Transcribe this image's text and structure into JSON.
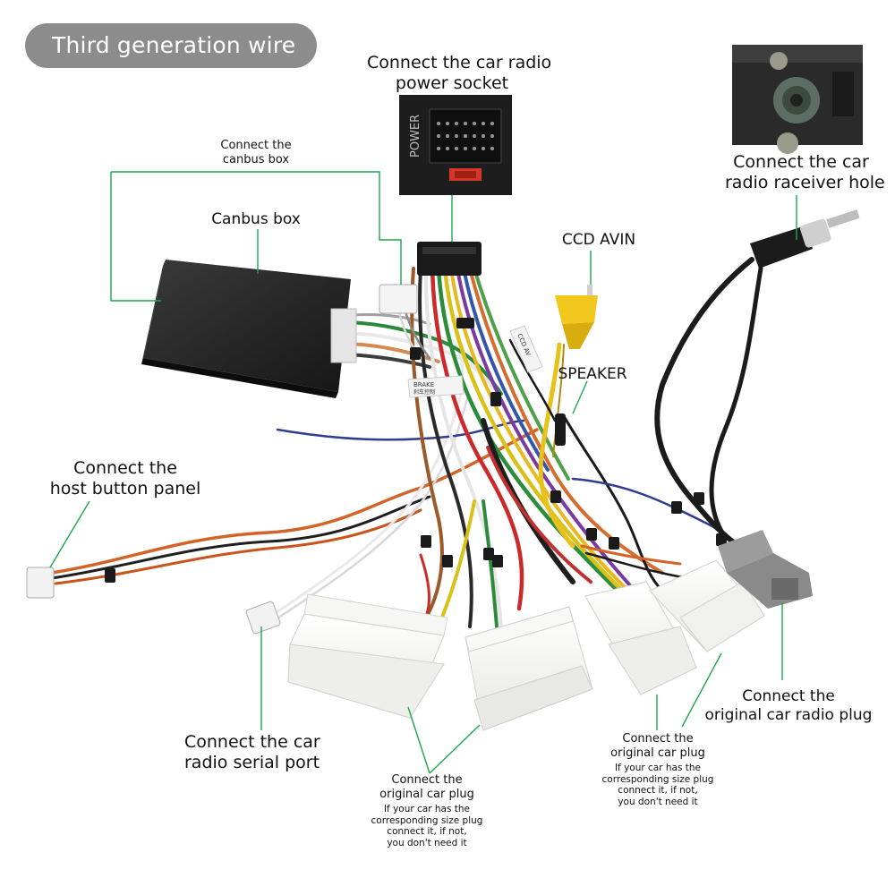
{
  "header": {
    "title": "Third generation wire"
  },
  "labels": {
    "power_socket": [
      "Connect the car radio",
      "power socket"
    ],
    "canbus_connect": [
      "Connect the",
      "canbus box"
    ],
    "canbus_box": "Canbus box",
    "receiver_hole": [
      "Connect the  car",
      "radio raceiver hole"
    ],
    "ccd_avin": "CCD AVIN",
    "speaker": "SPEAKER",
    "host_button": [
      "Connect the",
      "host button panel"
    ],
    "serial_port": [
      "Connect the car",
      "radio  serial port"
    ],
    "orig_plug_left": [
      "Connect the",
      "original car plug"
    ],
    "orig_plug_left_note": [
      "If your car has the",
      "corresponding size plug",
      "connect it, if not,",
      "you don't need it"
    ],
    "orig_plug_mid": [
      "Connect the",
      "original car plug"
    ],
    "orig_plug_mid_note": [
      "If your car has the",
      "corresponding size plug",
      "connect it, if not,",
      "you don't need it"
    ],
    "orig_radio_plug": [
      "Connect the",
      "original car radio plug"
    ]
  },
  "photo_text": {
    "power_label": "POWER",
    "brake_tag": "BRAKE",
    "brake_tag_sub": "刹车控制",
    "ccd_tag": "CCD AV"
  },
  "colors": {
    "leader_line": "#1aa84a",
    "header_pill": "#8c8c8c"
  }
}
